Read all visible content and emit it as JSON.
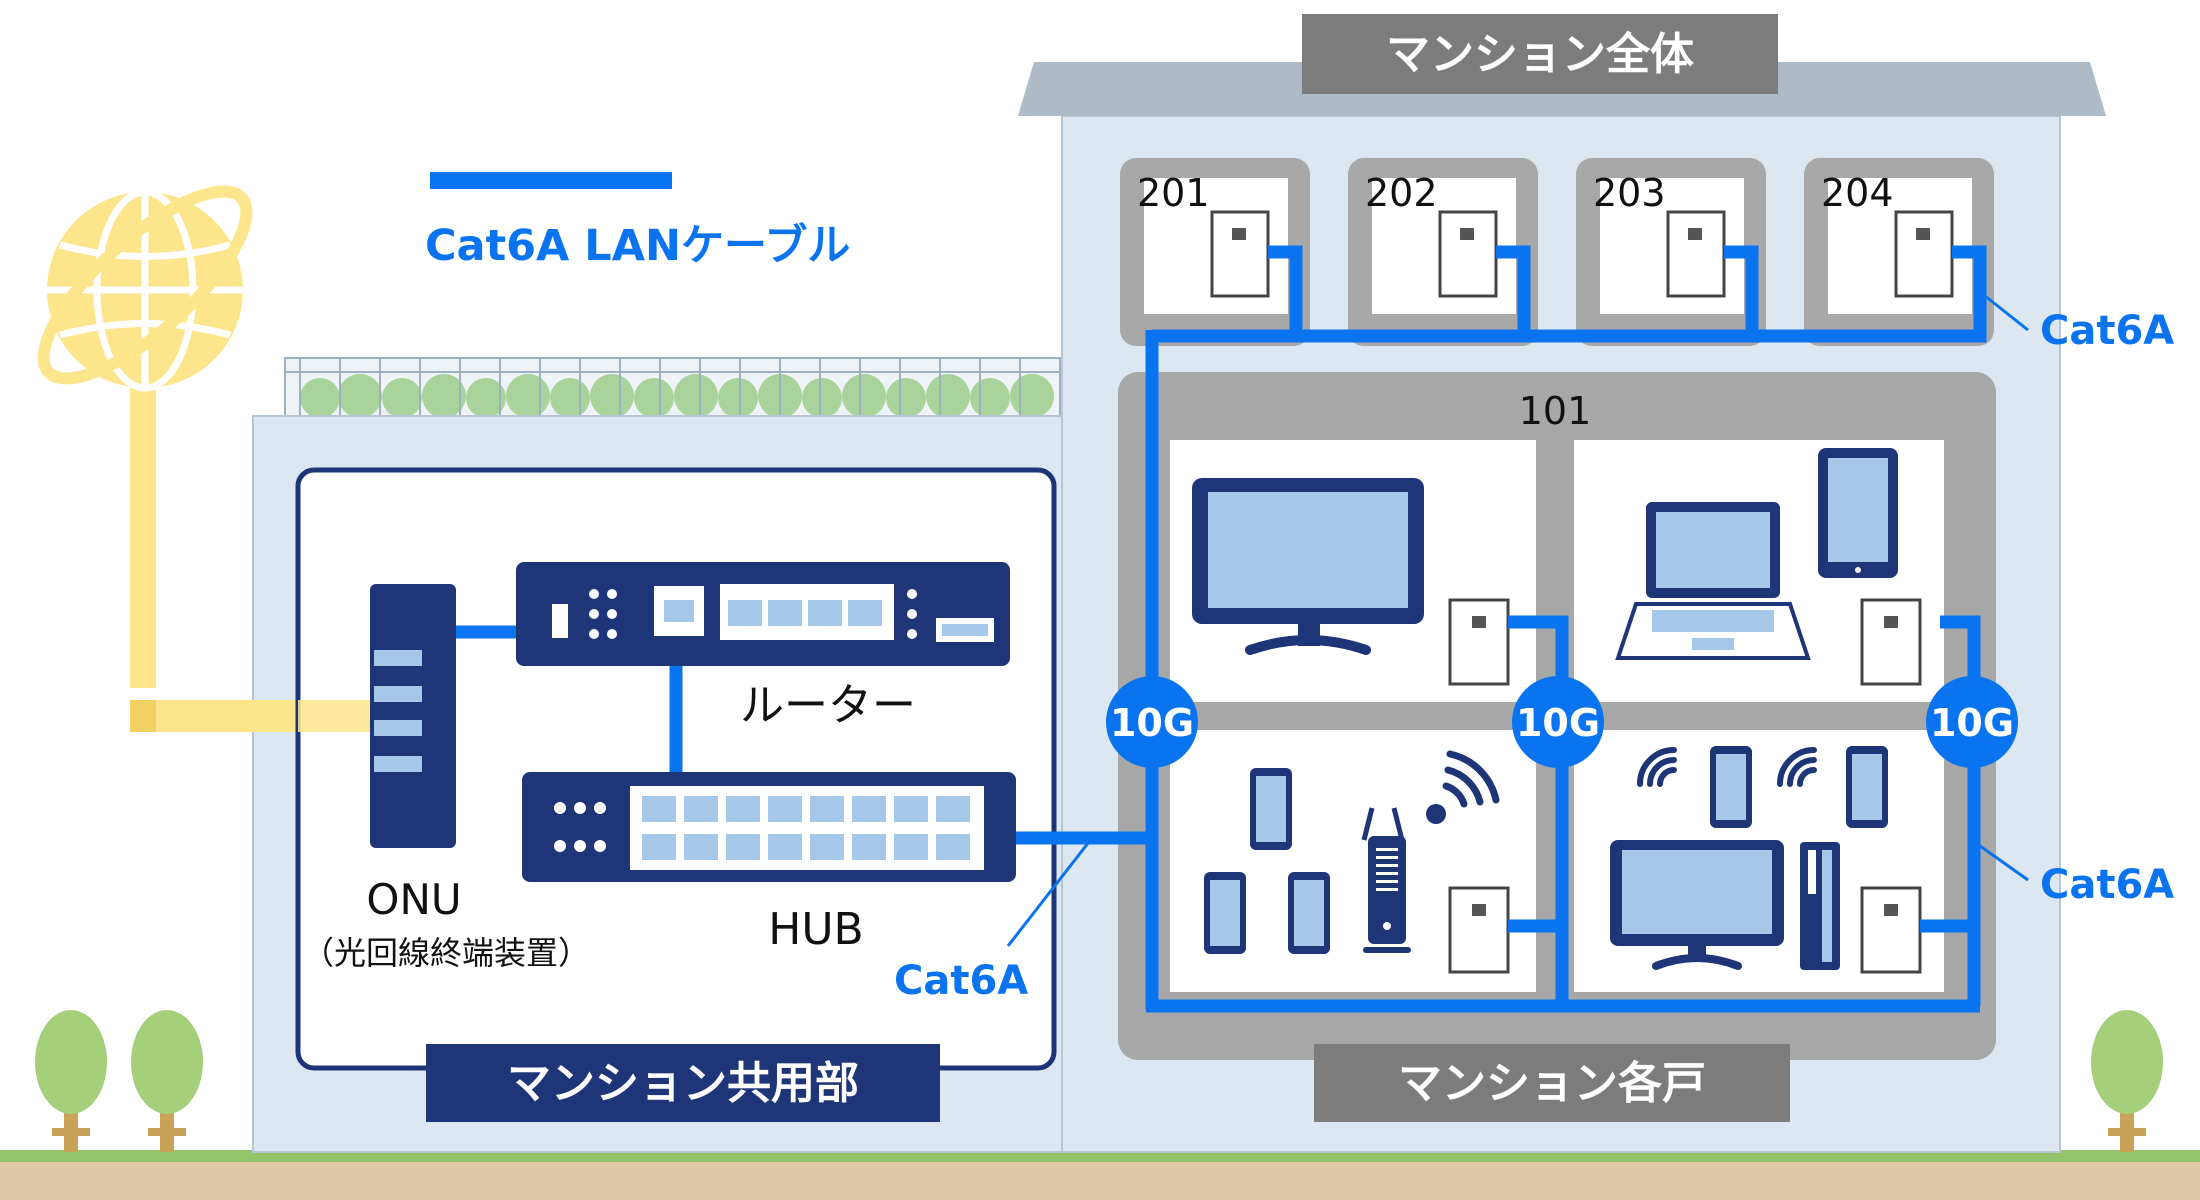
{
  "legend": {
    "label": "Cat6A LANケーブル"
  },
  "building": {
    "whole_label": "マンション全体",
    "common_label": "マンション共用部",
    "units_label": "マンション各戸"
  },
  "equipment": {
    "onu_label": "ONU",
    "onu_sublabel": "（光回線終端装置）",
    "router_label": "ルーター",
    "hub_label": "HUB"
  },
  "rooms": {
    "upper": [
      "201",
      "202",
      "203",
      "204"
    ],
    "lower": "101"
  },
  "cables": {
    "cat6a": "Cat6A",
    "speed": "10G"
  },
  "colors": {
    "cable_blue": "#0A74F0",
    "navy": "#1E3578",
    "fiber_yellow": "#FCE58A",
    "building_bg": "#DCE7F1",
    "room_gray": "#A8A8A8",
    "label_gray": "#7C7C7C",
    "ground": "#DFC9A6",
    "grass": "#94C46A"
  }
}
